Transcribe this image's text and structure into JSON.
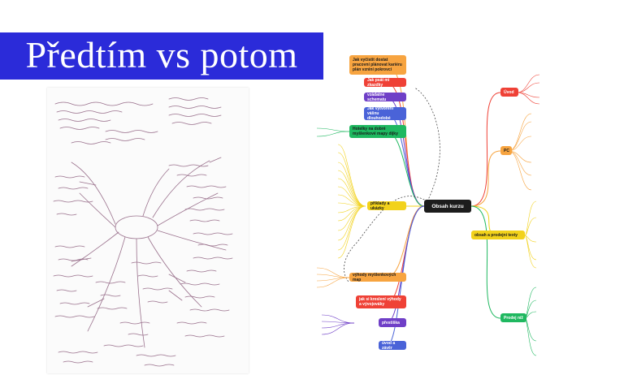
{
  "banner": {
    "title": "Předtím vs potom",
    "color": "#2b2bd9"
  },
  "mindmap": {
    "center": "Obsah kurzu",
    "left_branches": [
      {
        "label": "Jak vyčistit dostat pracovní plánovat kariéru plán vzniní pokrovci",
        "color": "#f7a440"
      },
      {
        "label": "Jak psát mi zkazdky",
        "color": "#ef4136"
      },
      {
        "label": "vzádatne schematu",
        "color": "#6f3fc7"
      },
      {
        "label": "Jak vytvoření vášnu dlouhodobé",
        "color": "#4a63d8"
      },
      {
        "label": "Hotelky na dobré myšlenkové mapy dijky",
        "color": "#1fb860"
      },
      {
        "label": "příklady a ukázky",
        "color": "#f2d21b"
      },
      {
        "label": "výhody myšlenkových map",
        "color": "#f7a440"
      },
      {
        "label": "jak si kreslení výhody a vývojováky",
        "color": "#ef4136"
      },
      {
        "label": "přestiška",
        "color": "#6f3fc7"
      },
      {
        "label": "úvod a závěr",
        "color": "#4a63d8"
      }
    ],
    "right_branches": [
      {
        "label": "Úvod",
        "color": "#ef4136"
      },
      {
        "label": "PC",
        "color": "#f7a440"
      },
      {
        "label": "obsah a prodejní texty",
        "color": "#f2d21b"
      },
      {
        "label": "Prodej níž",
        "color": "#1fb860"
      }
    ],
    "center_color": "#1c1c1c"
  }
}
